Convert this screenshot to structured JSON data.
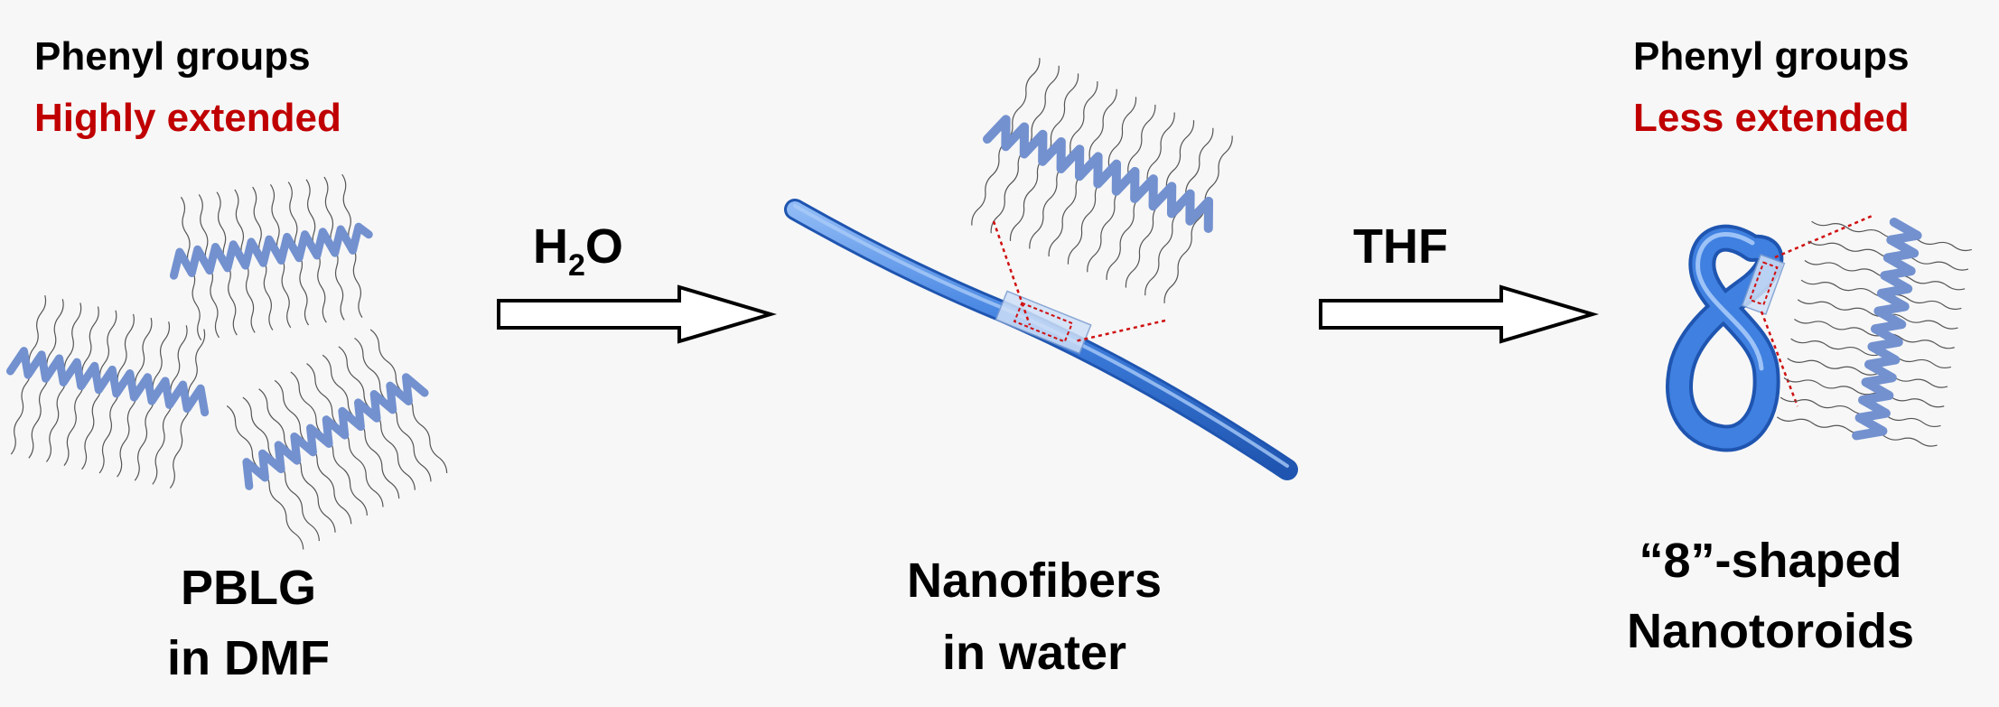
{
  "left": {
    "label_groups": "Phenyl groups",
    "label_state": "Highly extended",
    "caption_line1": "PBLG",
    "caption_line2": "in DMF"
  },
  "step1": {
    "reagent_main": "H",
    "reagent_sub": "2",
    "reagent_tail": "O"
  },
  "middle": {
    "caption_line1": "Nanofibers",
    "caption_line2": "in water"
  },
  "step2": {
    "reagent": "THF"
  },
  "right": {
    "label_groups": "Phenyl groups",
    "label_state": "Less extended",
    "caption_line1": "“8”-shaped",
    "caption_line2": "Nanotoroids"
  },
  "colors": {
    "helix": "#6f8fcf",
    "fiber": "#3f80e0",
    "highlight": "#d01010",
    "text_red": "#c00000"
  }
}
